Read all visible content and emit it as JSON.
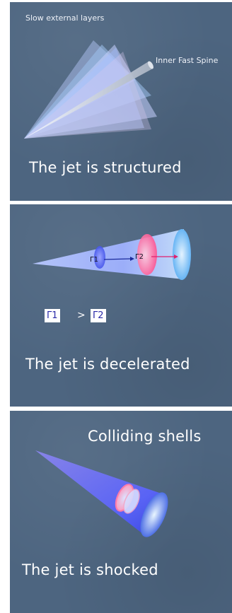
{
  "panel1": {
    "outer_label": "Slow external layers",
    "spine_label": "Inner Fast Spine",
    "caption": "The jet is structured"
  },
  "panel2": {
    "gamma1_label": "Γ1",
    "gamma2_label": "Γ2",
    "comparison_left": "Γ1",
    "comparison_op": ">",
    "comparison_right": "Γ2",
    "caption": "The jet is decelerated"
  },
  "panel3": {
    "title": "Colliding shells",
    "caption": "The jet is shocked"
  },
  "colors": {
    "panel_bg": "#4d6580",
    "cone_light": "#cfe0ff",
    "cone_blue": "#4f63f0",
    "shell_pink": "#ff7aa8",
    "text": "#ffffff"
  }
}
